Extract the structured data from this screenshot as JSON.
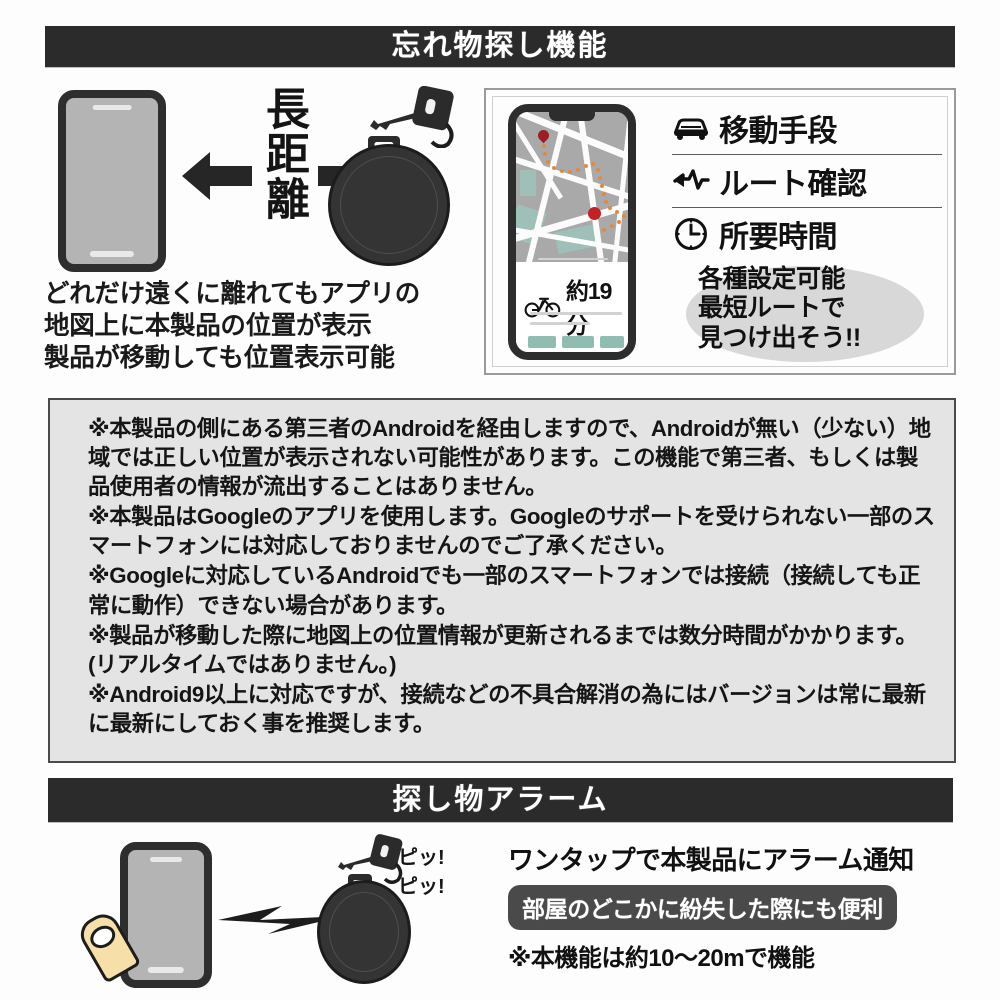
{
  "sections": {
    "find_lost": {
      "title": "忘れ物探し機能"
    },
    "alarm": {
      "title": "探し物アラーム"
    }
  },
  "left_illustration": {
    "distance_label": "長距離",
    "phone_icon": "smartphone-icon",
    "tag_icon": "key-tag-icon",
    "arrow_left_icon": "arrow-left-icon",
    "arrow_right_icon": "arrow-right-icon",
    "description": [
      "どれだけ遠くに離れてもアプリの",
      "地図上に本製品の位置が表示",
      "製品が移動しても位置表示可能"
    ]
  },
  "map_panel": {
    "phone": {
      "eta_text": "約19分",
      "transport_icon": "bicycle-icon",
      "pin_icon": "map-pin-icon",
      "destination_icon": "map-destination-dot-icon"
    },
    "features": [
      {
        "icon": "car-icon",
        "label": "移動手段"
      },
      {
        "icon": "route-arrow-icon",
        "label": "ルート確認"
      },
      {
        "icon": "clock-icon",
        "label": "所要時間"
      }
    ],
    "blob_note": [
      "各種設定可能",
      "最短ルートで",
      "見つけ出そう!!"
    ]
  },
  "notes": [
    "※本製品の側にある第三者のAndroidを経由しますので、Androidが無い（少ない）地域では正しい位置が表示されない可能性があります。この機能で第三者、もしくは製品使用者の情報が流出することはありません。",
    "※本製品はGoogleのアプリを使用します。Googleのサポートを受けられない一部のスマートフォンには対応しておりませんのでご了承ください。",
    "※Googleに対応しているAndroidでも一部のスマートフォンでは接続（接続しても正常に動作）できない場合があります。",
    "※製品が移動した際に地図上の位置情報が更新されるまでは数分時間がかかります。(リアルタイムではありません。)",
    "※Android9以上に対応ですが、接続などの不具合解消の為にはバージョンは常に最新に最新にしておく事を推奨します。"
  ],
  "alarm_section": {
    "sfx": [
      "ピッ!",
      "ピッ!"
    ],
    "title": "ワンタップで本製品にアラーム通知",
    "pill": "部屋のどこかに紛失した際にも便利",
    "note": "※本機能は約10〜20mで機能",
    "finger_icon": "tapping-finger-icon",
    "bolt_icon": "lightning-bolt-icon",
    "phone_icon": "smartphone-icon",
    "tag_icon": "key-tag-icon"
  },
  "colors": {
    "bar_background": "#2b2b2b",
    "notes_background": "#e4e4e4",
    "tag_dark": "#343434",
    "accent_teal": "#8fbdb2",
    "route_orange": "#e08a3c",
    "pin_red": "#c32027"
  }
}
